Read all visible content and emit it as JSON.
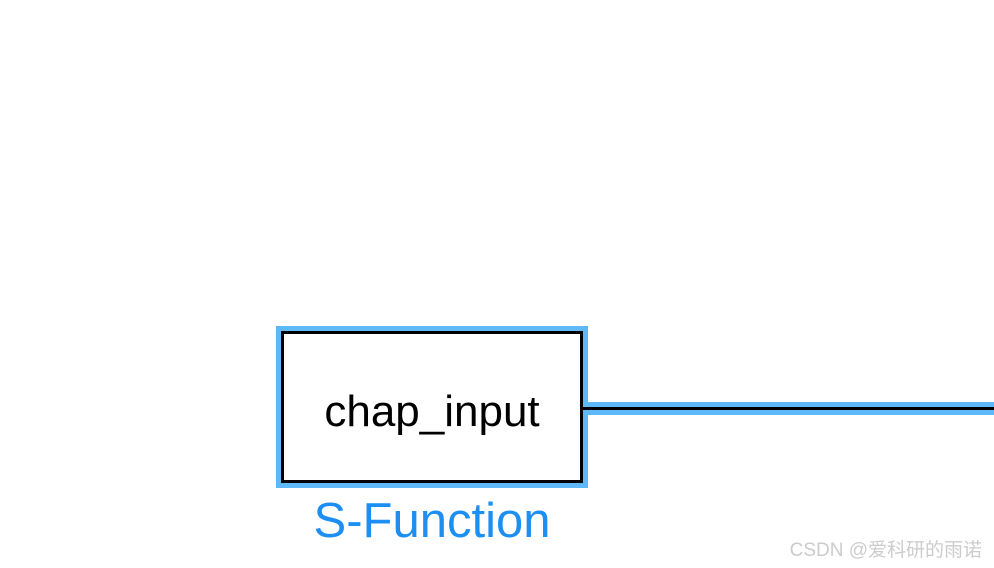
{
  "block": {
    "name": "chap_input",
    "label": "S-Function",
    "selected": true
  },
  "colors": {
    "selection_highlight": "#5db9f8",
    "block_border": "#000000",
    "block_fill": "#ffffff",
    "block_text": "#000000",
    "label_blue": "#1d8ff2",
    "signal_line": "#000000",
    "watermark_gray": "#cccccc"
  },
  "watermark": {
    "text": "CSDN @爱科研的雨诺"
  }
}
